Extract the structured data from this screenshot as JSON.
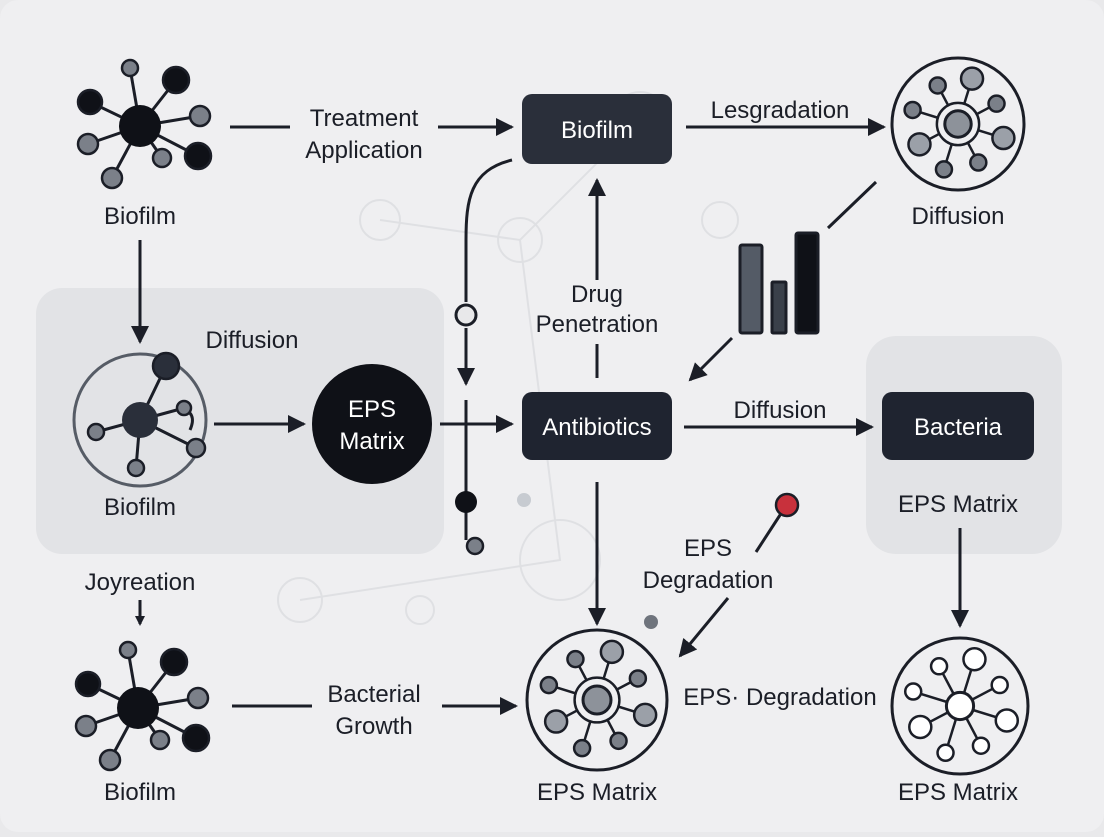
{
  "colors": {
    "background": "#efeff1",
    "panel": "#e2e3e6",
    "dark_node": "#2a2f3a",
    "black_node": "#0f1117",
    "stroke": "#1b1e27",
    "gray_dot": "#7b8089",
    "accent_red": "#c8313c"
  },
  "nodes": {
    "biofilm_box": "Biofilm",
    "eps_matrix_circle": "EPS Matrix",
    "antibiotics_box": "Antibiotics",
    "bacteria_box": "Bacteria"
  },
  "labels": {
    "biofilm_top_left": "Biofilm",
    "biofilm_mid_left": "Biofilm",
    "biofilm_bottom_left": "Biofilm",
    "treatment_application": [
      "Treatment",
      "Application"
    ],
    "lesgradation": "Lesgradation",
    "diffusion_top_right": "Diffusion",
    "diffusion_left_panel": "Diffusion",
    "drug_penetration": [
      "Drug",
      "Penetration"
    ],
    "diffusion_mid": "Diffusion",
    "eps_matrix_right_panel": "EPS Matrix",
    "joyreation": "Joyreation",
    "eps_degradation_mid": [
      "EPS",
      "Degradation"
    ],
    "eps_degradation_right": "EPS· Degradation",
    "bacterial_growth": [
      "Bacterial",
      "Growth"
    ],
    "eps_matrix_bottom_center": "EPS Matrix",
    "eps_matrix_bottom_right": "EPS Matrix"
  },
  "icons": {
    "network_top_left": "molecule-network-icon",
    "network_mid_left": "circled-network-icon",
    "network_bottom_left": "molecule-network-icon",
    "network_top_right": "circled-network-icon",
    "network_bottom_center": "circled-network-icon",
    "network_bottom_right": "circled-network-icon",
    "bars": "bar-chart-icon"
  }
}
